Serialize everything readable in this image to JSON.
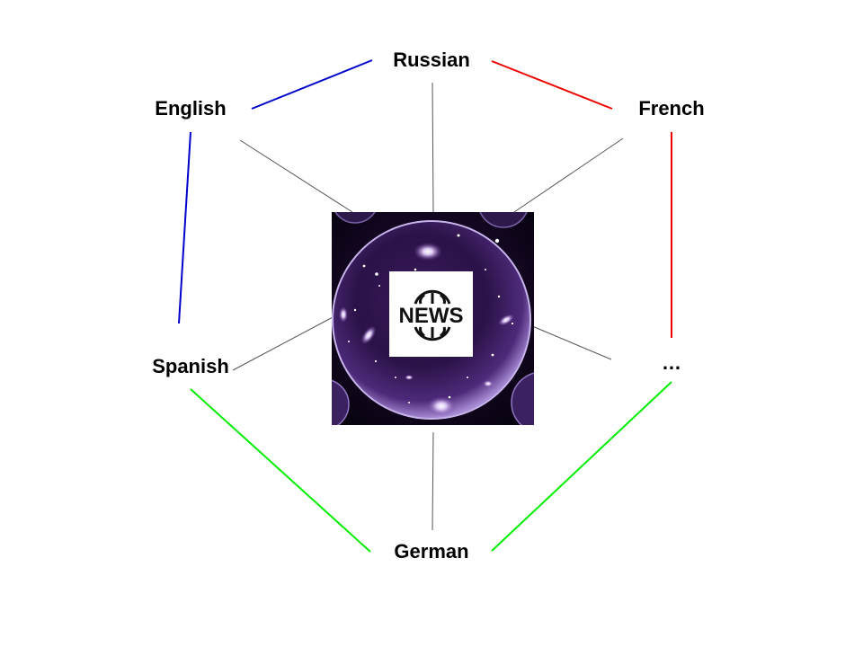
{
  "nodes": {
    "russian": "Russian",
    "english": "English",
    "french": "French",
    "spanish": "Spanish",
    "more": "…",
    "german": "German"
  },
  "center_image": {
    "badge_text": "NEWS"
  },
  "colors": {
    "blue_edges": "#0000cc",
    "red_edges": "#ee0000",
    "green_edges": "#00ee00",
    "spokes": "#555555",
    "globe_dark": "#0d0418",
    "globe_purple": "#5b2a86",
    "badge_bg": "#ffffff",
    "badge_fg": "#111111"
  }
}
